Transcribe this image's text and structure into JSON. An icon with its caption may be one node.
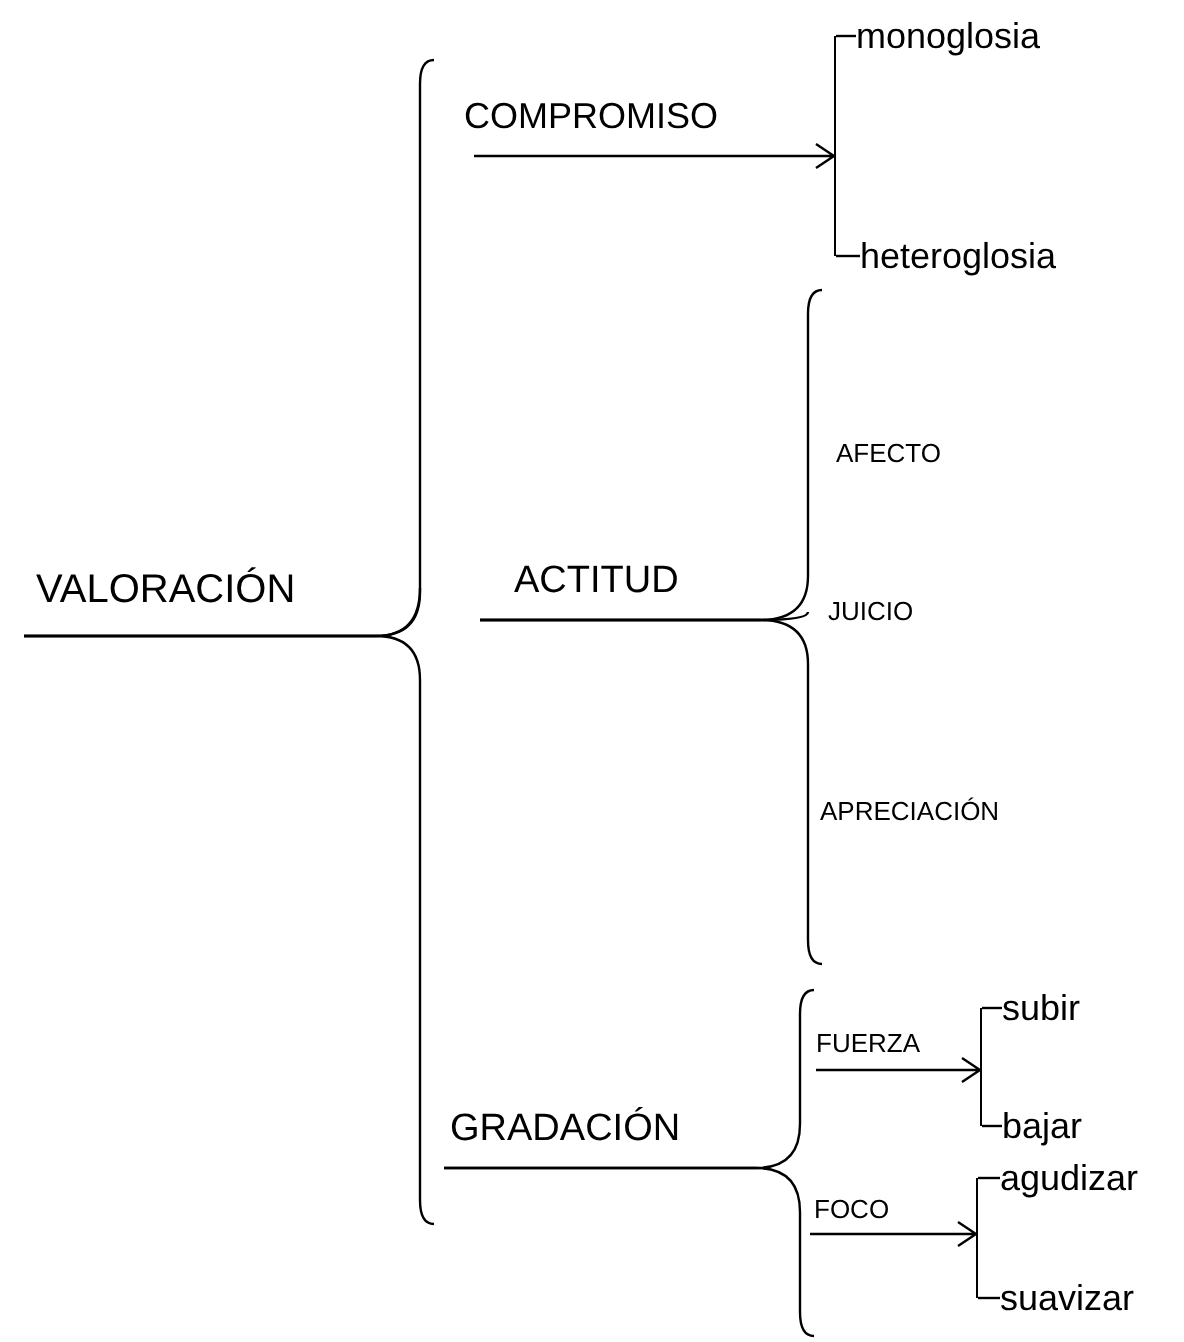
{
  "diagram": {
    "nodes": [
      {
        "text": [
          "VALORACIÓN"
        ]
      },
      {
        "text": [
          "COMPROMISO"
        ]
      },
      {
        "text": [],
        "shape": "bar"
      },
      {
        "text": [
          "monoglosia"
        ]
      },
      {
        "text": [
          "heteroglosia"
        ]
      },
      {
        "text": [
          "ACTITUD"
        ]
      },
      {
        "text": [
          "AFECTO"
        ]
      },
      {
        "text": [
          "JUICIO"
        ]
      },
      {
        "text": [
          "APRECIACIÓN"
        ]
      },
      {
        "text": [
          "GRADACIÓN"
        ]
      },
      {
        "text": [
          "FUERZA"
        ]
      },
      {
        "text": [],
        "shape": "bar"
      },
      {
        "text": [
          "subir"
        ]
      },
      {
        "text": [
          "bajar"
        ]
      },
      {
        "text": [
          "FOCO"
        ]
      },
      {
        "text": [],
        "shape": "bar"
      },
      {
        "text": [
          "agudizar"
        ]
      },
      {
        "text": [
          "suavizar"
        ]
      }
    ],
    "edges": [
      {
        "from": 0,
        "to": 1,
        "arrow": "none"
      },
      {
        "from": 0,
        "to": 5,
        "arrow": "none"
      },
      {
        "from": 0,
        "to": 9,
        "arrow": "none"
      },
      {
        "from": 1,
        "to": 2,
        "arrow": "to"
      },
      {
        "from": 2,
        "to": 3,
        "arrow": "none"
      },
      {
        "from": 2,
        "to": 4,
        "arrow": "none"
      },
      {
        "from": 5,
        "to": 6,
        "arrow": "none"
      },
      {
        "from": 5,
        "to": 7,
        "arrow": "none"
      },
      {
        "from": 5,
        "to": 8,
        "arrow": "none"
      },
      {
        "from": 9,
        "to": 10,
        "arrow": "none"
      },
      {
        "from": 9,
        "to": 14,
        "arrow": "none"
      },
      {
        "from": 10,
        "to": 11,
        "arrow": "to"
      },
      {
        "from": 11,
        "to": 12,
        "arrow": "none"
      },
      {
        "from": 11,
        "to": 13,
        "arrow": "none"
      },
      {
        "from": 14,
        "to": 15,
        "arrow": "to"
      },
      {
        "from": 15,
        "to": 16,
        "arrow": "none"
      },
      {
        "from": 15,
        "to": 17,
        "arrow": "none"
      }
    ]
  }
}
